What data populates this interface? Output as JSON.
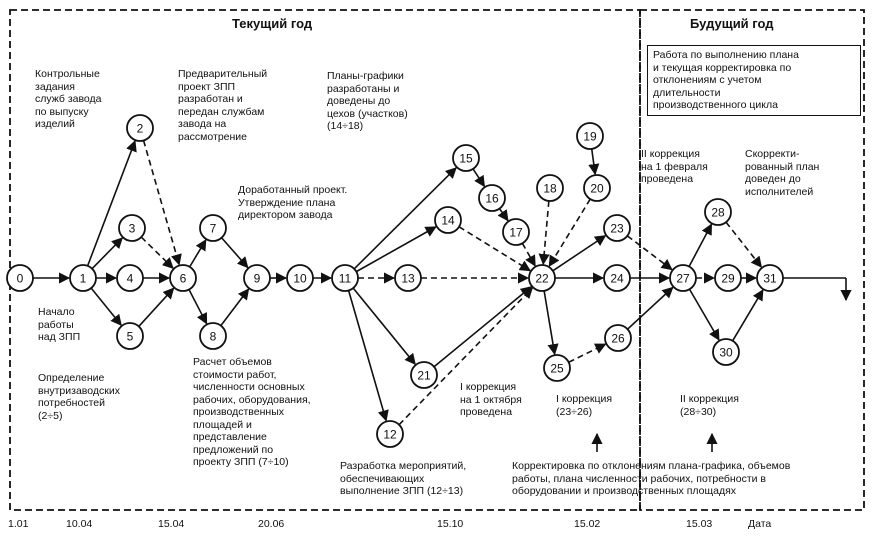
{
  "header": {
    "current_year": "Текущий год",
    "next_year": "Будущий год"
  },
  "nodes": [
    "0",
    "1",
    "2",
    "3",
    "4",
    "5",
    "6",
    "7",
    "8",
    "9",
    "10",
    "11",
    "12",
    "13",
    "14",
    "15",
    "16",
    "17",
    "18",
    "19",
    "20",
    "21",
    "22",
    "23",
    "24",
    "25",
    "26",
    "27",
    "28",
    "29",
    "30",
    "31"
  ],
  "annotations": {
    "control_tasks": "Контрольные\nзадания\nслужб завода\nпо выпуску\nизделий",
    "start_work": "Начало\nработы\nнад ЗПП",
    "requirements": "Определение\nвнутризаводских\nпотребностей\n(2÷5)",
    "preliminary": "Предварительный\nпроект ЗПП\nразработан и\nпередан службам\nзавода на\nрассмотрение",
    "approved": "Доработанный проект.\nУтверждение плана\nдиректором завода",
    "schedules": "Планы-графики\nразработаны и\nдоведены до\nцехов (участков)\n(14÷18)",
    "calculation": "Расчет объемов\nстоимости работ,\nчисленности основных\nрабочих, оборудования,\nпроизводственных\nплощадей и\nпредставление\nпредложений по\nпроекту ЗПП (7÷10)",
    "measures": "Разработка мероприятий,\nобеспечивающих\nвыполнение ЗПП (12÷13)",
    "first_correction_done": "I коррекция\nна 1 октября\nпроведена",
    "first_correction": "I коррекция\n(23÷26)",
    "correction_note": "Корректировка по отклонениям плана-графика, объемов\nработы, плана численности рабочих, потребности в\nоборудовании и производственных площадях",
    "next_year_box": "Работа по выполнению плана\nи текущая корректировка по\nотклонениям с учетом\nдлительности\nпроизводственного цикла",
    "second_correction_done": "II коррекция\nна 1 февраля\nпроведена",
    "adjusted_plan": "Скорректи-\nрованный план\nдоведен до\nисполнителей",
    "second_correction": "II коррекция\n(28÷30)"
  },
  "timeline": [
    "1.01",
    "10.04",
    "15.04",
    "20.06",
    "15.10",
    "15.02",
    "15.03",
    "Дата"
  ]
}
